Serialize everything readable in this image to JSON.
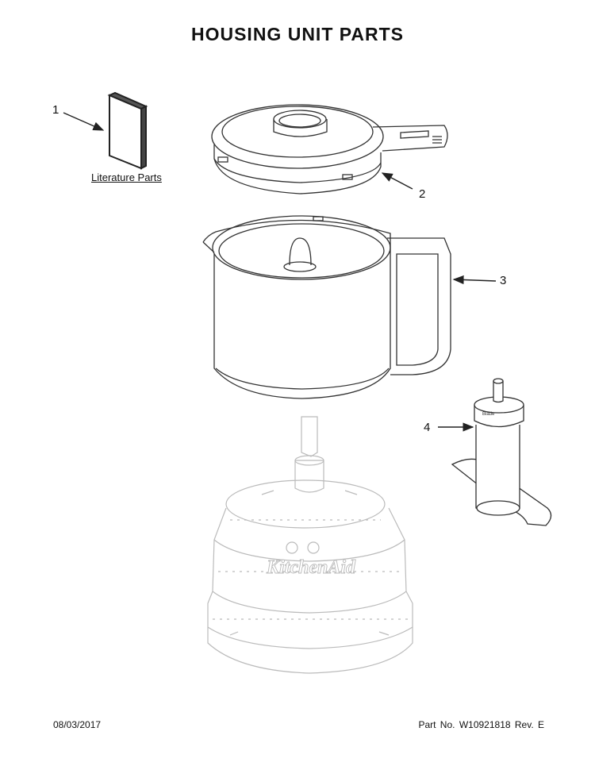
{
  "title": "HOUSING UNIT PARTS",
  "callouts": [
    {
      "number": "1",
      "part": "literature"
    },
    {
      "number": "2",
      "part": "lid"
    },
    {
      "number": "3",
      "part": "bowl"
    },
    {
      "number": "4",
      "part": "blade-assembly"
    }
  ],
  "literature_label": "Literature Parts",
  "base_logo_text": "KitchenAid",
  "blade_text": "Blade",
  "footer": {
    "date": "08/03/2017",
    "part_number": "Part No.  W10921818  Rev.  E"
  },
  "colors": {
    "line": "#333333",
    "faint": "#bbbbbb"
  }
}
